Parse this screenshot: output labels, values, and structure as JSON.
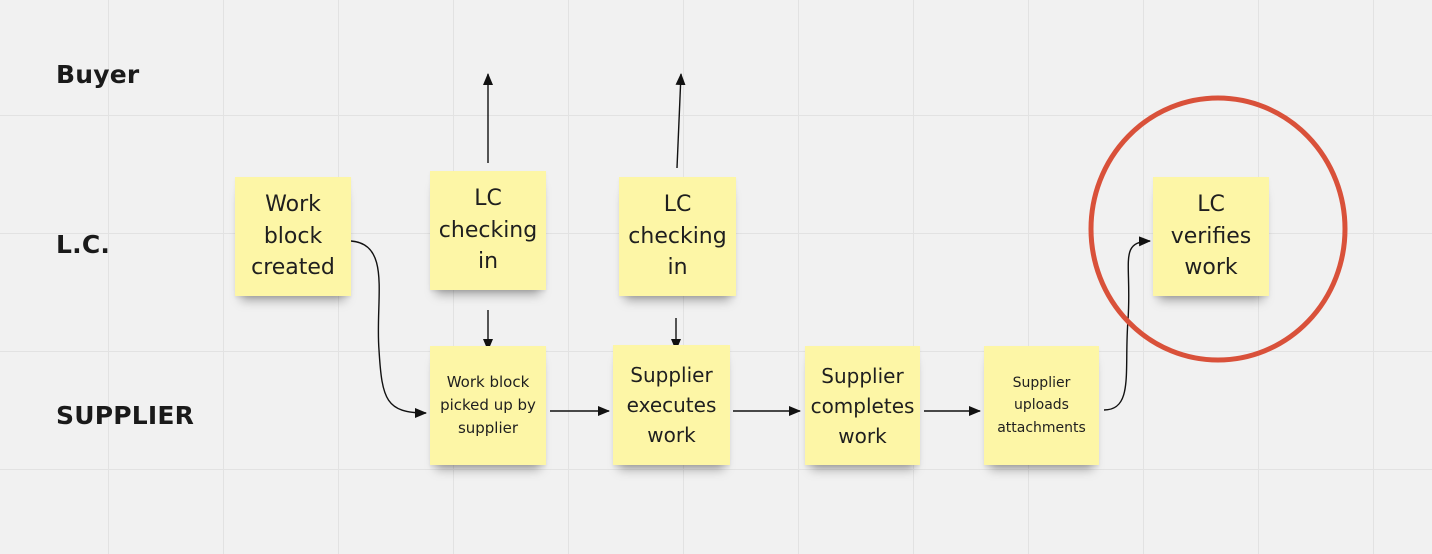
{
  "lanes": {
    "buyer": "Buyer",
    "lc": "L.C.",
    "supplier": "SUPPLIER"
  },
  "notes": {
    "work_block_created": "Work block created",
    "lc_checking_in_1": "LC checking in",
    "lc_checking_in_2": "LC checking in",
    "lc_verifies_work": "LC verifies work",
    "work_block_picked_up": "Work block picked up by supplier",
    "supplier_executes": "Supplier executes work",
    "supplier_completes": "Supplier completes work",
    "supplier_uploads": "Supplier uploads attachments"
  },
  "colors": {
    "sticky_note": "#fdf6a6",
    "highlight_circle": "#d9513a",
    "canvas": "#f1f1f1",
    "grid": "#e2e2e2",
    "connector": "#111111"
  }
}
